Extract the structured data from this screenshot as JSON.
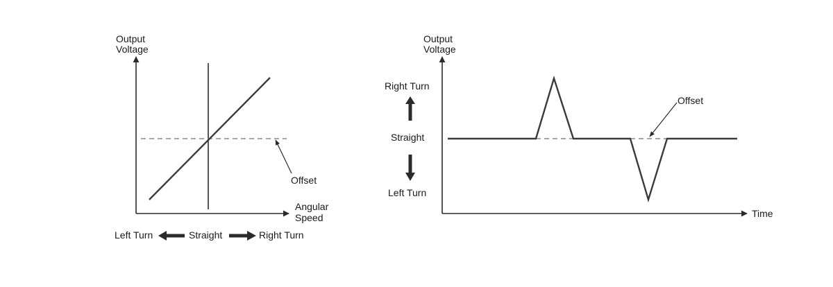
{
  "left_graph": {
    "y_axis_label": [
      "Output",
      "Voltage"
    ],
    "x_axis_label": [
      "Angular",
      "Speed"
    ],
    "offset_label": "Offset",
    "bottom_scale": {
      "left": "Left Turn",
      "center": "Straight",
      "right": "Right Turn"
    }
  },
  "right_graph": {
    "y_axis_label": [
      "Output",
      "Voltage"
    ],
    "x_axis_label": "Time",
    "offset_label": "Offset",
    "side_scale": {
      "top": "Right Turn",
      "center": "Straight",
      "bottom": "Left Turn"
    }
  },
  "colors": {
    "axis": "#2b2b2b",
    "signal": "#3a3a3a",
    "offset": "#8a8a8a"
  }
}
